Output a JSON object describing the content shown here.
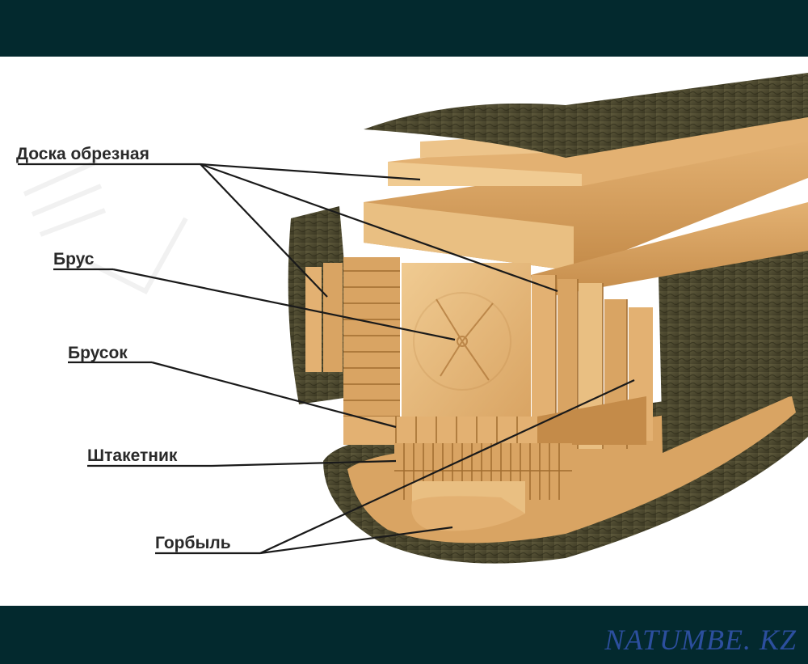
{
  "diagram": {
    "labels": {
      "board": "Доска обрезная",
      "beam": "Брус",
      "bar": "Брусок",
      "picket": "Штакетник",
      "slab": "Горбыль"
    }
  },
  "watermark": "NATUMBE. KZ",
  "colors": {
    "band": "#03292e",
    "watermark": "#2c4f9e",
    "wood_light": "#e9bf82",
    "wood_mid": "#d9a463",
    "wood_dark": "#b27b3d",
    "bark": "#4e4a30"
  }
}
